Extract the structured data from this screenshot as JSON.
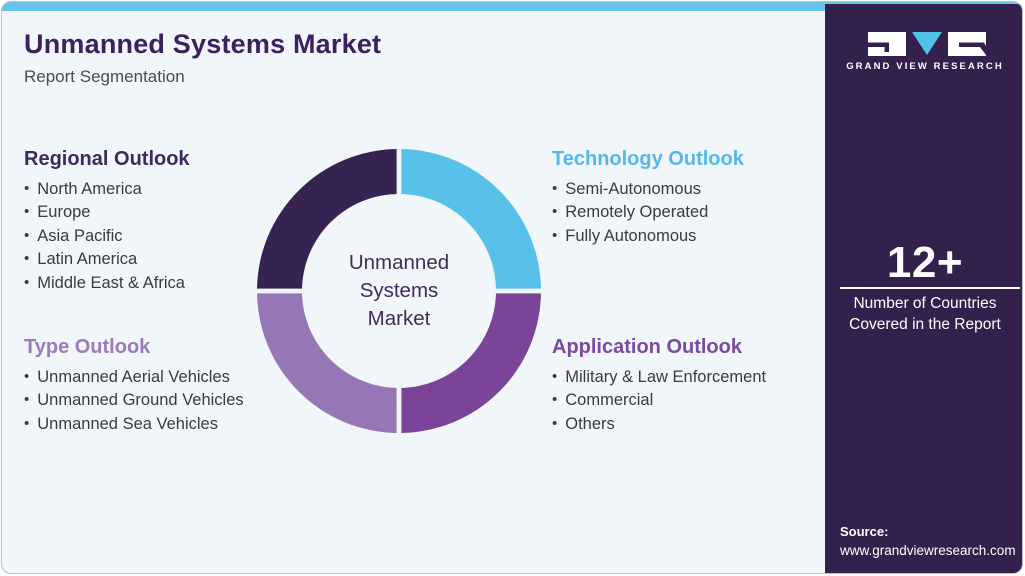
{
  "header": {
    "title": "Unmanned Systems Market",
    "subtitle": "Report Segmentation"
  },
  "sections": {
    "regional": {
      "heading": "Regional Outlook",
      "heading_color": "#3C2B5E",
      "items": [
        "North America",
        "Europe",
        "Asia Pacific",
        "Latin America",
        "Middle East & Africa"
      ]
    },
    "technology": {
      "heading": "Technology Outlook",
      "heading_color": "#55B8E8",
      "items": [
        "Semi-Autonomous",
        "Remotely Operated",
        "Fully Autonomous"
      ]
    },
    "type": {
      "heading": "Type Outlook",
      "heading_color": "#9B7BBA",
      "items": [
        "Unmanned Aerial Vehicles",
        "Unmanned Ground Vehicles",
        "Unmanned Sea Vehicles"
      ]
    },
    "application": {
      "heading": "Application Outlook",
      "heading_color": "#7C4A9E",
      "items": [
        "Military & Law Enforcement",
        "Commercial",
        "Others"
      ]
    }
  },
  "donut": {
    "center_lines": [
      "Unmanned",
      "Systems",
      "Market"
    ],
    "segments": [
      {
        "name": "regional-segment",
        "position": "top-left",
        "color": "#362352"
      },
      {
        "name": "technology-segment",
        "position": "top-right",
        "color": "#58C1EA"
      },
      {
        "name": "application-segment",
        "position": "bottom-right",
        "color": "#7B4499"
      },
      {
        "name": "type-segment",
        "position": "bottom-left",
        "color": "#9677B5"
      }
    ],
    "gap_color": "#F1F6FA"
  },
  "sidebar": {
    "bg_color": "#33204C",
    "brand": "GRAND VIEW RESEARCH",
    "logo_accent_color": "#4FC0E8",
    "stat_value": "12+",
    "stat_label": "Number of Countries Covered in the Report",
    "source_label": "Source:",
    "source_url": "www.grandviewresearch.com"
  },
  "accent_bar_color": "#66C4EB"
}
